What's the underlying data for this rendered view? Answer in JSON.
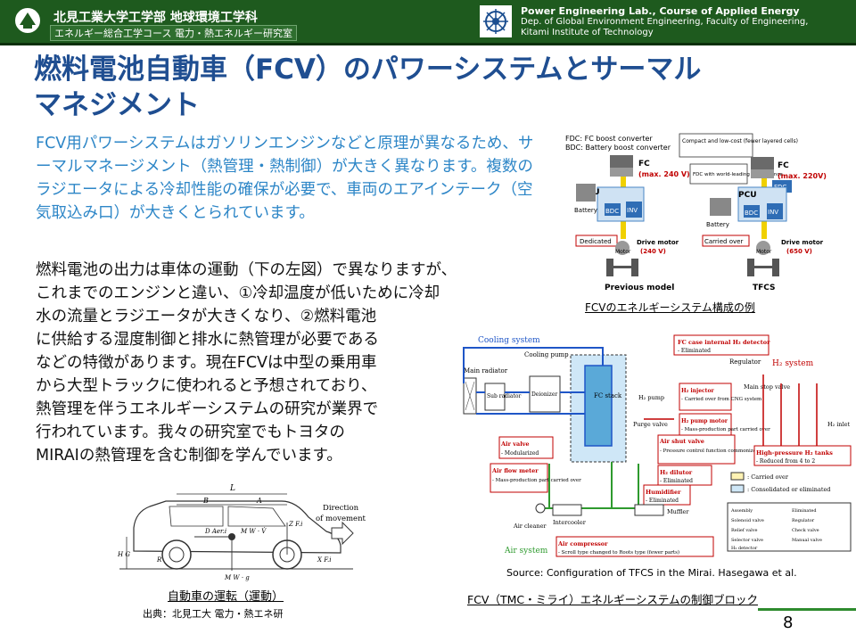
{
  "header": {
    "university": "北見工業大学工学部 地球環境工学科",
    "course": "エネルギー総合工学コース 電力・熱エネルギー研究室",
    "lab_line1": "Power Engineering Lab., Course of Applied Energy",
    "lab_line2": "Dep. of Global Environment Engineering, Faculty of Engineering,",
    "lab_line3": "Kitami Institute of Technology"
  },
  "title": {
    "line1": "燃料電池自動車（FCV）のパワーシステムとサーマル",
    "line2": "マネジメント"
  },
  "intro": "FCV用パワーシステムはガソリンエンジンなどと原理が異なるため、サーマルマネージメント（熱管理・熱制御）が大きく異なります。複数のラジエータによる冷却性能の確保が必要で、車両のエアインテーク（空気取込み口）が大きくとられています。",
  "body_lines": [
    "燃料電池の出力は車体の運動（下の左図）で異なりますが、",
    "これまでのエンジンと違い、①冷却温度が低いために冷却",
    "水の流量とラジエータが大きくなり、②燃料電池",
    "に供給する湿度制御と排水に熱管理が必要である",
    "などの特徴があります。現在FCVは中型の乗用車",
    "から大型トラックに使われると予想されており、",
    "熱管理を伴うエネルギーシステムの研究が業界で",
    "行われています。我々の研究室でもトヨタの",
    "MIRAIの熱管理を含む制御を学んでいます。"
  ],
  "fig_power": {
    "legend1": "FDC: FC boost converter",
    "legend2": "BDC: Battery boost converter",
    "note_compact": "Compact and low-cost (fewer layered cells)",
    "note_fdc": "FDC with world-leading performance",
    "fc_left": "FC",
    "fc_left_max": "(max. 240 V)",
    "fc_right": "FC",
    "fc_right_max": "(max. 220V)",
    "pcu": "PCU",
    "fdc": "FDC",
    "bdc": "BDC",
    "inv": "INV",
    "battery": "Battery",
    "dedicated": "Dedicated",
    "carried_over": "Carried over",
    "drive_motor": "Drive motor",
    "v240": "(240 V)",
    "v650": "(650 V)",
    "motor": "Motor",
    "previous": "Previous model",
    "tfcs": "TFCS",
    "caption": "FCVのエネルギーシステム構成の例"
  },
  "fig_cooling": {
    "cooling_system": "Cooling system",
    "cooling_pump": "Cooling pump",
    "main_radiator": "Main radiator",
    "sub_radiator": "Sub radiator",
    "deionizer": "Deionizer",
    "fc_stack": "FC stack",
    "h2_detector": "FC case internal H₂ detector",
    "eliminated": "- Eliminated",
    "regulator": "Regulator",
    "h2_system": "H₂ system",
    "h2_injector": "H₂ injector",
    "injector_note": "- Carried over from CNG system",
    "h2_pump": "H₂ pump",
    "h2_pump_motor": "H₂ pump motor",
    "pump_motor_note": "- Mass-production part carried over",
    "main_stop_valve": "Main stop valve",
    "h2_inlet": "H₂ inlet",
    "purge_valve": "Purge valve",
    "air_valve": "Air valve",
    "air_valve_note": "- Modularized",
    "air_shut_valve": "Air shut valve",
    "air_shut_note": "- Pressure control function commonized",
    "h2_dilutor": "H₂ dilutor",
    "dilutor_note": "- Eliminated",
    "hp_tanks": "High-pressure H₂ tanks",
    "hp_tanks_note": "- Reduced from 4 to 2",
    "air_flow_meter": "Air flow meter",
    "air_flow_note": "- Mass-production part carried over",
    "humidifier": "Humidifier",
    "humidifier_note": "- Eliminated",
    "leg_carried": ": Carried over",
    "leg_consolidated": ": Consolidated or eliminated",
    "air_cleaner": "Air cleaner",
    "intercooler": "Intercooler",
    "muffler": "Muffler",
    "air_system": "Air system",
    "air_compressor": "Air compressor",
    "compressor_note": "- Scroll type changed to Roots type (fewer parts)",
    "sym1": "Assembly",
    "sym2": "Eliminated",
    "sym3": "Solenoid valve",
    "sym4": "Regulator",
    "sym5": "Relief valve",
    "sym6": "Check valve",
    "sym7": "Selector valve",
    "sym8": "Manual valve",
    "sym9": "H₂ detector",
    "source": "Source: Configuration of TFCS in the Mirai. Hasegawa et al.",
    "caption": "FCV（TMC・ミライ）エネルギーシステムの制御ブロック"
  },
  "fig_car": {
    "L": "L",
    "B": "B",
    "A": "A",
    "direction": "Direction",
    "of_movement": "of movement",
    "d_aero": "D Aer.i",
    "mw_v": "M W · V̇",
    "z": "Z F.i",
    "hg": "H G",
    "r": "R",
    "x": "X F.i",
    "mw_g": "M W · g",
    "caption": "自動車の運転（運動）",
    "source": "出典：北見工大 電力・熱エネ研"
  },
  "page_number": "8",
  "colors": {
    "header": "#1e5a1e",
    "title": "#1f4e91",
    "intro": "#2d86c7",
    "accent": "#2e8b2e"
  }
}
